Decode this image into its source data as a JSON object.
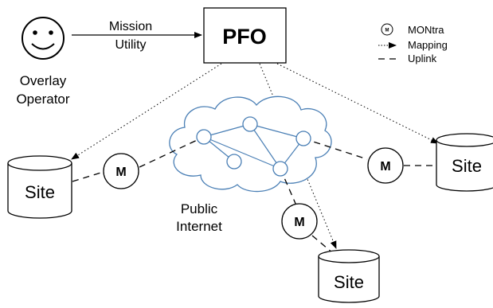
{
  "operator": {
    "line1": "Overlay",
    "line2": "Operator"
  },
  "arrow_label": {
    "line1": "Mission",
    "line2": "Utility"
  },
  "pfo": {
    "label": "PFO"
  },
  "internet": {
    "line1": "Public",
    "line2": "Internet"
  },
  "monitor_label": "M",
  "sites": {
    "left": "Site",
    "right": "Site",
    "bottom": "Site"
  },
  "legend": {
    "marker": "M",
    "montra": "MONtra",
    "mapping": "Mapping",
    "uplink": "Uplink"
  },
  "colors": {
    "cloud": "#4a7fb5",
    "ink": "#000000"
  }
}
